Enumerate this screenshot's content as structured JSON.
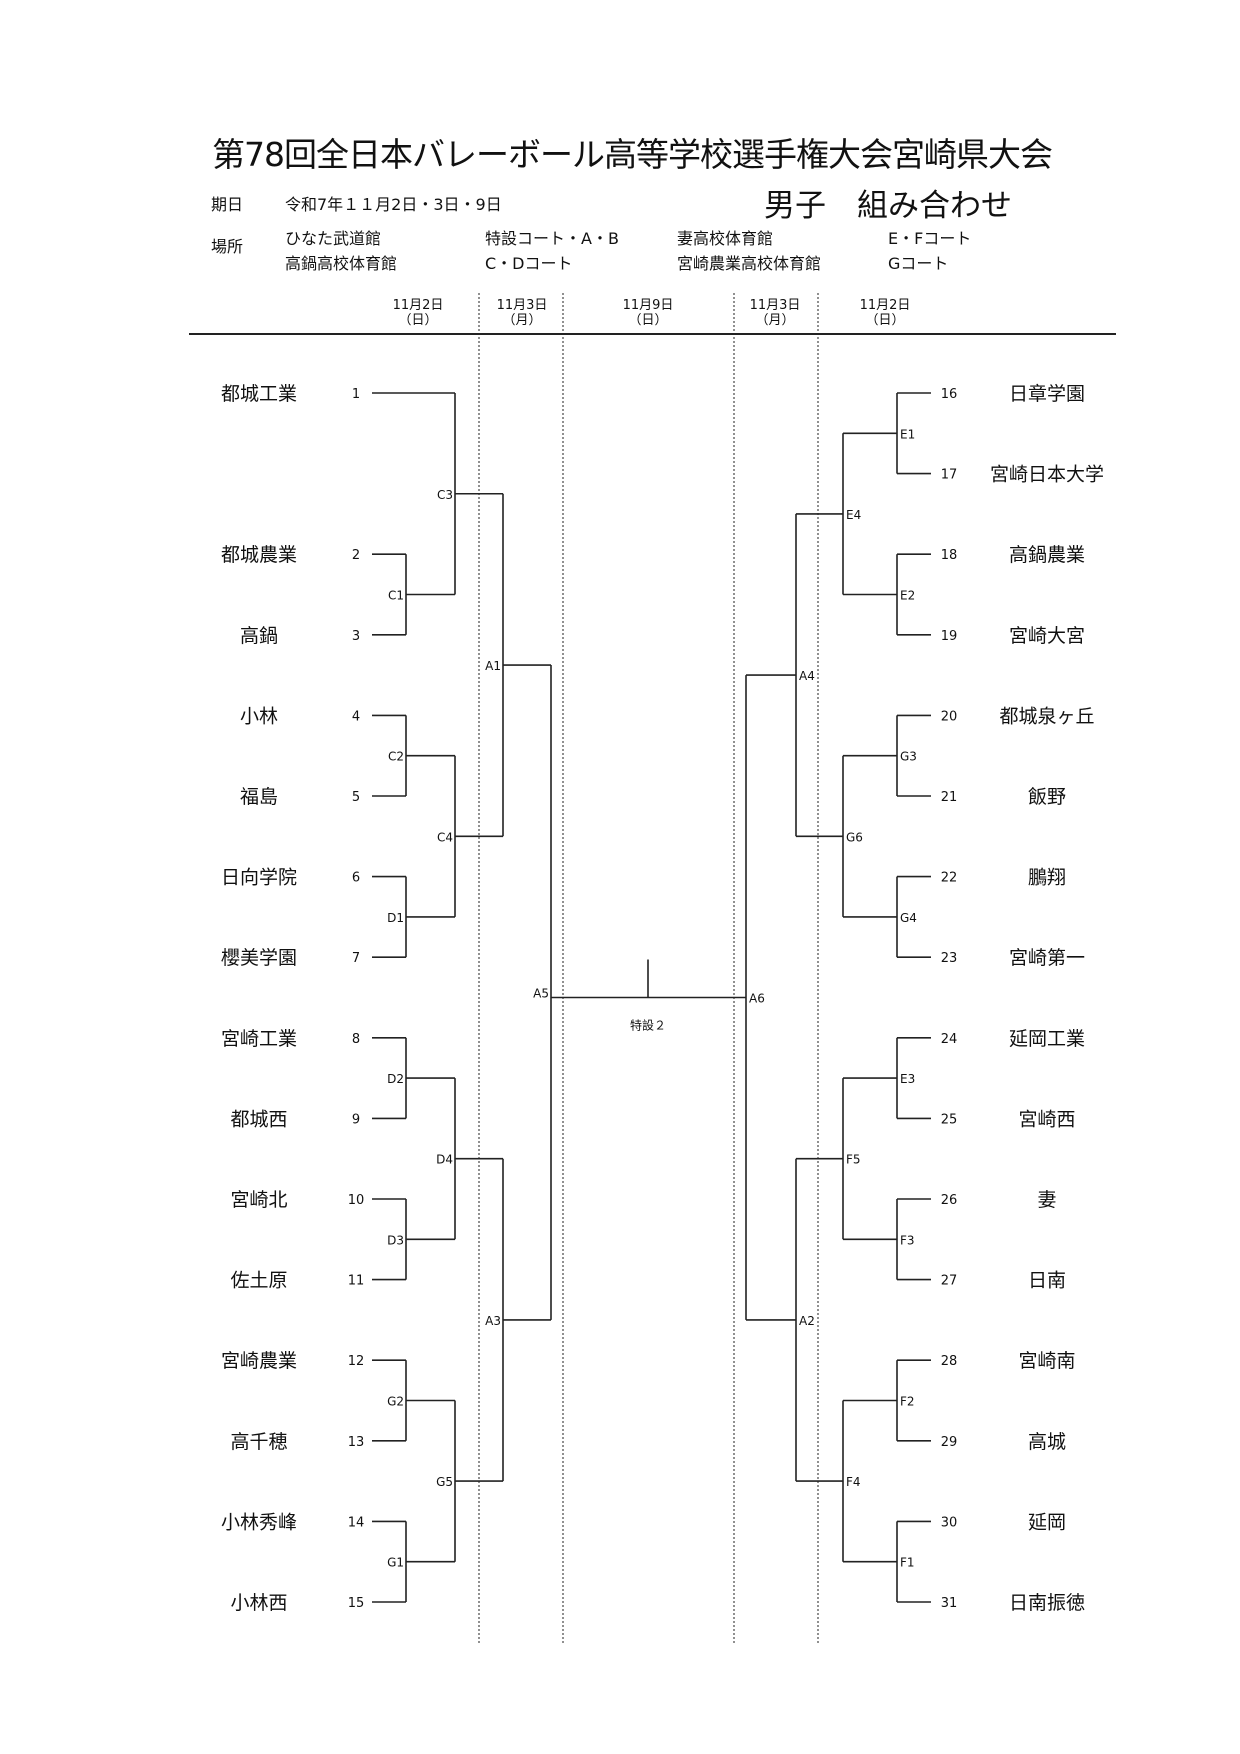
{
  "title": "第78回全日本バレーボール高等学校選手権大会宮崎県大会",
  "subtitle": "男子　組み合わせ",
  "schedule": {
    "label": "期日",
    "value": "令和7年１１月2日・3日・9日"
  },
  "venues": {
    "label": "場所",
    "rows": [
      [
        "ひなた武道館",
        "特設コート・A・B",
        "妻高校体育館",
        "E・Fコート"
      ],
      [
        "高鍋高校体育館",
        "C・Dコート",
        "宮崎農業高校体育館",
        "Gコート"
      ]
    ]
  },
  "columns": [
    {
      "date": "11月2日",
      "day": "（日）"
    },
    {
      "date": "11月3日",
      "day": "（月）"
    },
    {
      "date": "11月9日",
      "day": "（日）"
    },
    {
      "date": "11月3日",
      "day": "（月）"
    },
    {
      "date": "11月2日",
      "day": "（日）"
    }
  ],
  "left_teams": [
    {
      "no": "1",
      "name": "都城工業"
    },
    {
      "no": "2",
      "name": "都城農業"
    },
    {
      "no": "3",
      "name": "高鍋"
    },
    {
      "no": "4",
      "name": "小林"
    },
    {
      "no": "5",
      "name": "福島"
    },
    {
      "no": "6",
      "name": "日向学院"
    },
    {
      "no": "7",
      "name": "櫻美学園"
    },
    {
      "no": "8",
      "name": "宮崎工業"
    },
    {
      "no": "9",
      "name": "都城西"
    },
    {
      "no": "10",
      "name": "宮崎北"
    },
    {
      "no": "11",
      "name": "佐土原"
    },
    {
      "no": "12",
      "name": "宮崎農業"
    },
    {
      "no": "13",
      "name": "高千穂"
    },
    {
      "no": "14",
      "name": "小林秀峰"
    },
    {
      "no": "15",
      "name": "小林西"
    }
  ],
  "right_teams": [
    {
      "no": "16",
      "name": "日章学園"
    },
    {
      "no": "17",
      "name": "宮崎日本大学"
    },
    {
      "no": "18",
      "name": "高鍋農業"
    },
    {
      "no": "19",
      "name": "宮崎大宮"
    },
    {
      "no": "20",
      "name": "都城泉ヶ丘"
    },
    {
      "no": "21",
      "name": "飯野"
    },
    {
      "no": "22",
      "name": "鵬翔"
    },
    {
      "no": "23",
      "name": "宮崎第一"
    },
    {
      "no": "24",
      "name": "延岡工業"
    },
    {
      "no": "25",
      "name": "宮崎西"
    },
    {
      "no": "26",
      "name": "妻"
    },
    {
      "no": "27",
      "name": "日南"
    },
    {
      "no": "28",
      "name": "宮崎南"
    },
    {
      "no": "29",
      "name": "高城"
    },
    {
      "no": "30",
      "name": "延岡"
    },
    {
      "no": "31",
      "name": "日南振徳"
    }
  ],
  "left_matches": [
    "C1",
    "C3",
    "C2",
    "D1",
    "C4",
    "A1",
    "D2",
    "D3",
    "D4",
    "G2",
    "G1",
    "G5",
    "A3",
    "A5"
  ],
  "right_matches": [
    "E1",
    "E2",
    "E4",
    "G3",
    "G4",
    "G6",
    "A4",
    "E3",
    "F3",
    "F5",
    "F2",
    "F1",
    "F4",
    "A2",
    "A6"
  ],
  "final_court": "特設２"
}
